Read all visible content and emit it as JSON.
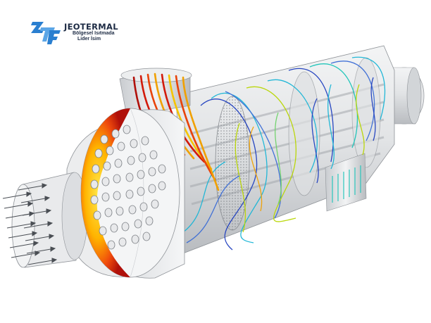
{
  "logo": {
    "mark": "ZTF",
    "name": "JEOTERMAL",
    "tagline_line1": "Bölgesel Isıtmada",
    "tagline_line2": "Lider İsim"
  },
  "palette": {
    "flow_cold": "#1f3fbf",
    "flow_cool": "#19b5d6",
    "flow_mid": "#b8d600",
    "flow_warm": "#f0a000",
    "flow_hot": "#d21a0a",
    "shell": "#d9dbde",
    "brand": "#1d2b44",
    "mark": "#2a7fd0"
  },
  "icons": [
    "heat-exchanger-illustration",
    "inlet-arrows-icon"
  ]
}
